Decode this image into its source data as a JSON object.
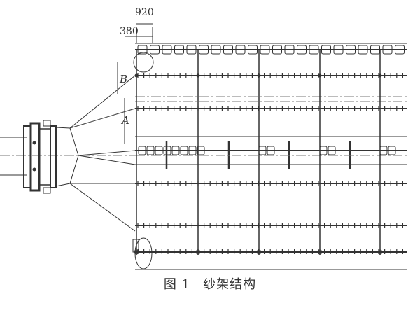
{
  "figure": {
    "dimensions": {
      "top_left": "380",
      "top_right": "920"
    },
    "labels": {
      "b": "B",
      "a": "A"
    },
    "caption": {
      "number": "图 1",
      "title": "纱架结构"
    },
    "colors": {
      "line": "#333333",
      "dash": "#777777",
      "background": "#ffffff"
    }
  }
}
